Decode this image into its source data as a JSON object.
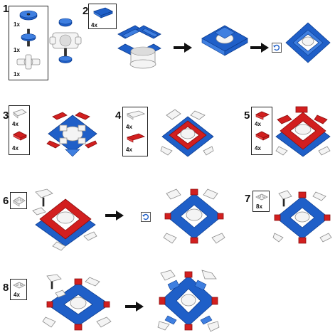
{
  "steps": [
    {
      "number": "1",
      "parts": [
        "1x",
        "1x",
        "1x"
      ]
    },
    {
      "number": "2",
      "parts": [
        "4x"
      ]
    },
    {
      "number": "3",
      "parts": [
        "4x",
        "4x"
      ]
    },
    {
      "number": "4",
      "parts": [
        "4x",
        "4x"
      ]
    },
    {
      "number": "5",
      "parts": [
        "4x",
        "4x"
      ]
    },
    {
      "number": "6",
      "parts": []
    },
    {
      "number": "7",
      "parts": [
        "8x"
      ]
    },
    {
      "number": "8",
      "parts": [
        "4x"
      ]
    }
  ],
  "icons": {
    "arrow": "right-arrow-icon",
    "rotate": "rotate-view-icon"
  },
  "colors": {
    "blue": "#1f5fc8",
    "red": "#d21f1f",
    "white": "#f4f4f4",
    "outline": "#222222"
  }
}
